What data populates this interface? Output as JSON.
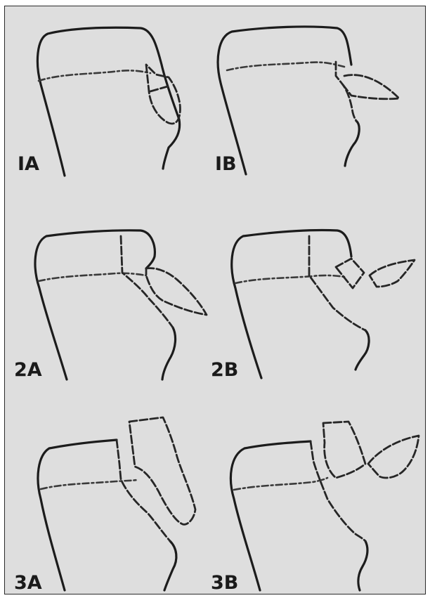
{
  "panels": [
    {
      "id": "1A",
      "label": "IA"
    },
    {
      "id": "1B",
      "label": "IB"
    },
    {
      "id": "2A",
      "label": "2A"
    },
    {
      "id": "2B",
      "label": "2B"
    },
    {
      "id": "3A",
      "label": "3A"
    },
    {
      "id": "3B",
      "label": "3B"
    }
  ],
  "colors": {
    "background": "#dedede",
    "ink": "#1c1c1c",
    "frame": "#2a2a2a"
  }
}
